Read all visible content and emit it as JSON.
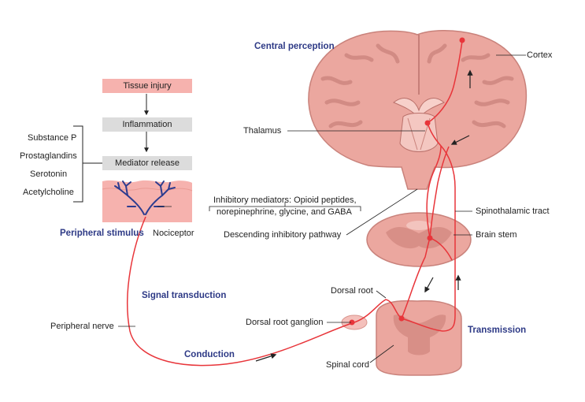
{
  "flow": {
    "tissue_injury": "Tissue injury",
    "inflammation": "Inflammation",
    "mediator_release": "Mediator release"
  },
  "mediators": [
    "Substance P",
    "Prostaglandins",
    "Serotonin",
    "Acetylcholine"
  ],
  "labels": {
    "peripheral_stimulus": "Peripheral stimulus",
    "nociceptor": "Nociceptor",
    "signal_transduction": "Signal transduction",
    "peripheral_nerve": "Peripheral nerve",
    "conduction": "Conduction",
    "central_perception": "Central perception",
    "cortex": "Cortex",
    "thalamus": "Thalamus",
    "inhibitory_line1": "Inhibitory mediators: Opioid peptides,",
    "inhibitory_line2": "norepinephrine, glycine, and GABA",
    "descending_pathway": "Descending inhibitory pathway",
    "spinothalamic_tract": "Spinothalamic tract",
    "brain_stem": "Brain stem",
    "dorsal_root": "Dorsal root",
    "dorsal_root_ganglion": "Dorsal root ganglion",
    "transmission": "Transmission",
    "spinal_cord": "Spinal cord"
  },
  "colors": {
    "tissue": "#f6b2ae",
    "grey_box": "#dcdcdc",
    "brain": "#e9a59e",
    "brain_dark": "#c9827b",
    "nerve": "#e8353a",
    "label_blue": "#2e3a86",
    "nociceptor": "#2d3c8f"
  }
}
